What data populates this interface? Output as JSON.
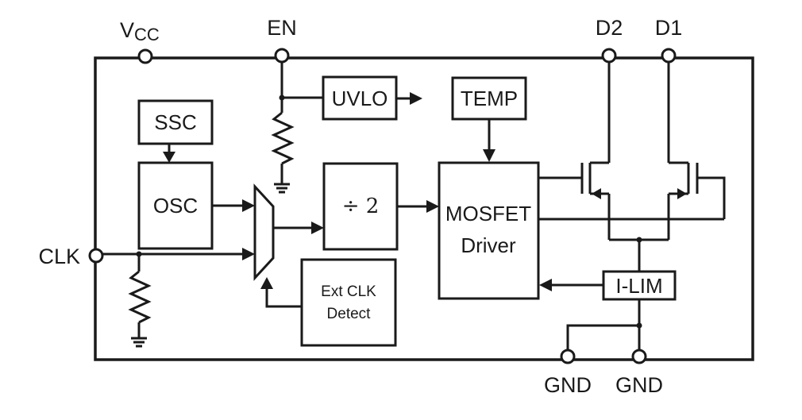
{
  "pins": {
    "vcc_main": "V",
    "vcc_sub": "CC",
    "en": "EN",
    "d2": "D2",
    "d1": "D1",
    "clk": "CLK",
    "gnd_left": "GND",
    "gnd_right": "GND"
  },
  "blocks": {
    "uvlo": "UVLO",
    "temp": "TEMP",
    "ssc": "SSC",
    "osc": "OSC",
    "divider": "÷ 2",
    "driver_line1": "MOSFET",
    "driver_line2": "Driver",
    "ext_clk_line1": "Ext CLK",
    "ext_clk_line2": "Detect",
    "ilim": "I-LIM"
  }
}
